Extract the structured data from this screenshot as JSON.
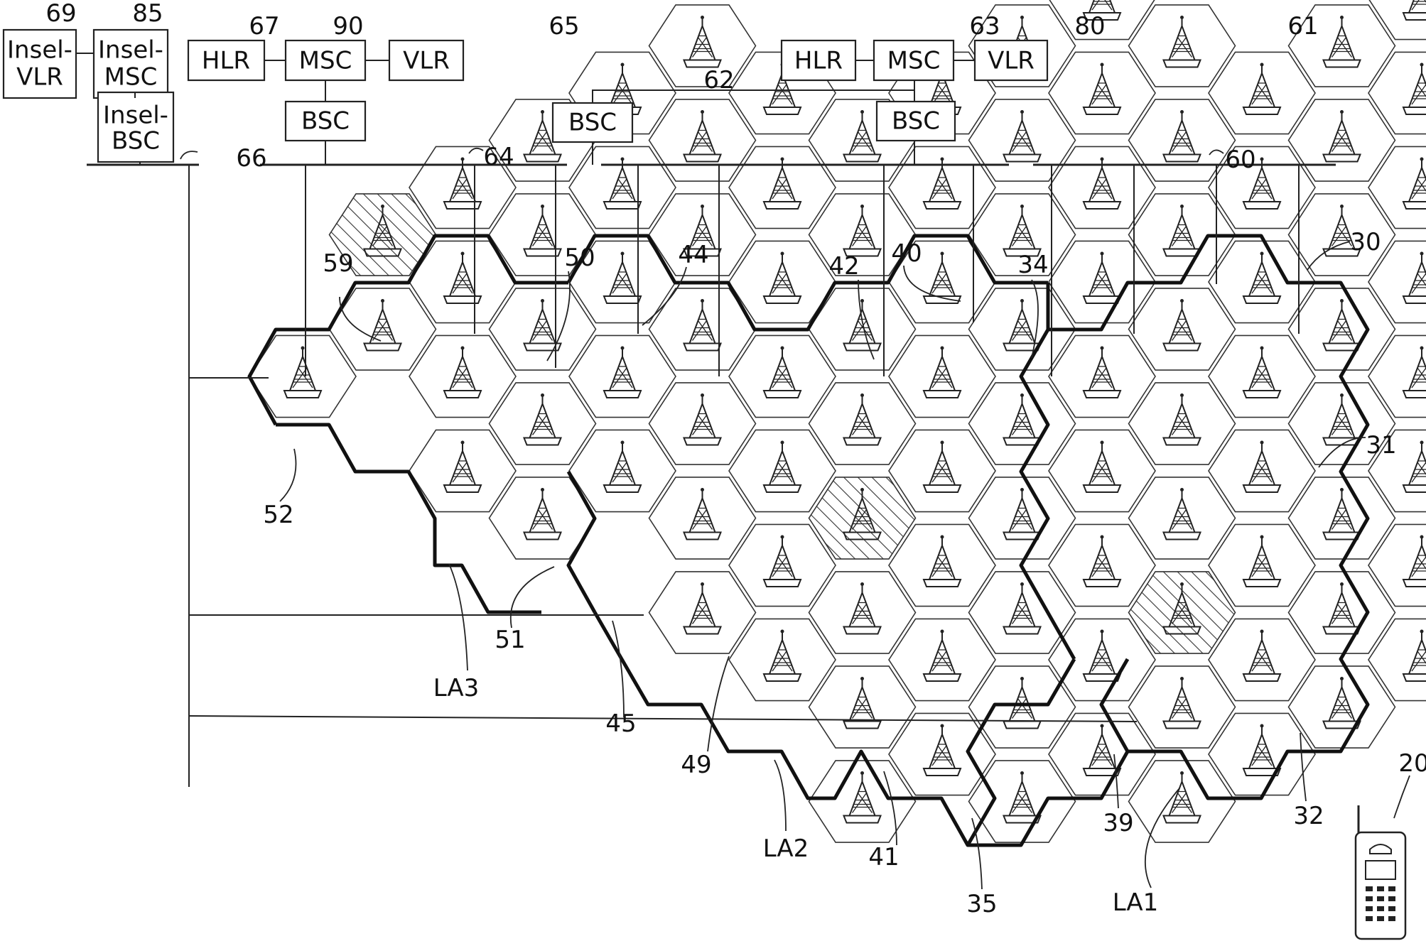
{
  "network_nodes": {
    "insel_vlr": {
      "label_lines": [
        "Insel-",
        "VLR"
      ],
      "ref": "69"
    },
    "insel_msc": {
      "label_lines": [
        "Insel-",
        "MSC"
      ],
      "ref": "85"
    },
    "insel_bsc": {
      "label_lines": [
        "Insel-",
        "BSC"
      ],
      "ref": "66"
    },
    "hlr_67": {
      "label": "HLR",
      "ref": "67"
    },
    "msc_90": {
      "label": "MSC",
      "ref": "90"
    },
    "vlr_65": {
      "label": "VLR",
      "ref": "65"
    },
    "bsc_64": {
      "label": "BSC",
      "ref": "64"
    },
    "bsc_62": {
      "label": "BSC",
      "ref": "62"
    },
    "hlr_63": {
      "label": "HLR",
      "ref": "63"
    },
    "msc_80": {
      "label": "MSC",
      "ref": "80"
    },
    "vlr_61": {
      "label": "VLR",
      "ref": "61"
    },
    "bsc_60": {
      "label": "BSC",
      "ref": "60"
    }
  },
  "cell_refs": {
    "r30": "30",
    "r31": "31",
    "r32": "32",
    "r34": "34",
    "r35": "35",
    "r39": "39",
    "r40": "40",
    "r41": "41",
    "r42": "42",
    "r44": "44",
    "r45": "45",
    "r49": "49",
    "r50": "50",
    "r51": "51",
    "r52": "52",
    "r59": "59"
  },
  "location_areas": {
    "la1": "LA1",
    "la2": "LA2",
    "la3": "LA3"
  },
  "mobile_station": {
    "ref": "20",
    "icon": "mobile-phone-icon"
  },
  "cell_icon": "base-station-tower-icon",
  "colors": {
    "ink": "#222222",
    "background": "#ffffff"
  }
}
